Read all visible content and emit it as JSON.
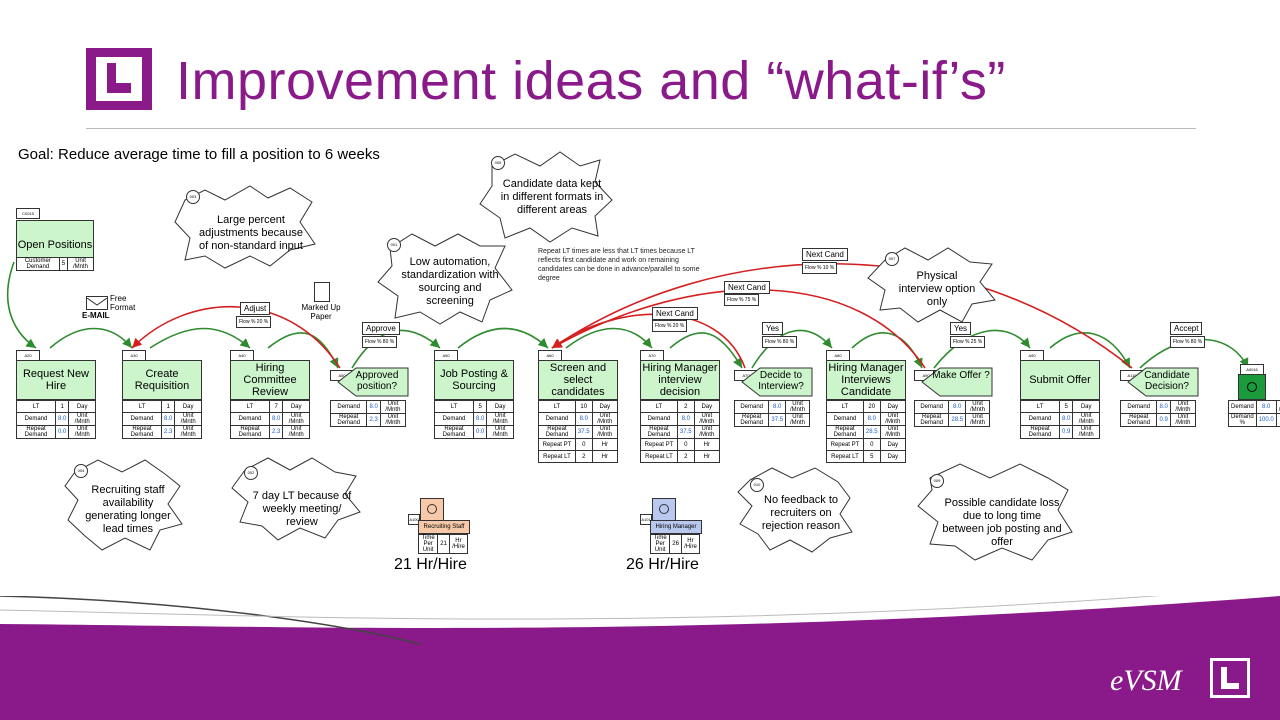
{
  "title": "Improvement ideas and “what-if’s”",
  "goal": "Goal: Reduce average time to fill a position to 6 weeks",
  "footer_brand": "eVSM",
  "start": {
    "label": "Open Positions",
    "row1": "Customer Demand",
    "row1_val": "5",
    "row1_unit": "Unit /Mnth"
  },
  "email": {
    "label": "E-MAIL",
    "free": "Free Format"
  },
  "paper": {
    "label": "Marked Up Paper"
  },
  "processes": [
    {
      "name": "Request New Hire",
      "lt": "1",
      "lt_unit": "Day",
      "demand": "8.0",
      "repeat": "0.0"
    },
    {
      "name": "Create Requisition",
      "lt": "1",
      "lt_unit": "Day",
      "demand": "8.0",
      "repeat": "2.3"
    },
    {
      "name": "Hiring Committee Review",
      "lt": "7",
      "lt_unit": "Day",
      "demand": "8.0",
      "repeat": "2.3"
    },
    {
      "name": "Job Posting & Sourcing",
      "lt": "5",
      "lt_unit": "Day",
      "demand": "8.0",
      "repeat": "0.0"
    },
    {
      "name": "Screen and select candidates",
      "lt": "10",
      "lt_unit": "Day",
      "demand": "8.0",
      "repeat": "37.5",
      "rpt": "0",
      "rpt_unit": "Hr",
      "rlt": "2",
      "rlt_unit": "Hr"
    },
    {
      "name": "Hiring Manager interview decision",
      "lt": "2",
      "lt_unit": "Day",
      "demand": "8.0",
      "repeat": "37.5",
      "rpt": "0",
      "rpt_unit": "Hr",
      "rlt": "2",
      "rlt_unit": "Hr"
    },
    {
      "name": "Hiring Manager Interviews Candidate",
      "lt": "20",
      "lt_unit": "Day",
      "demand": "8.0",
      "repeat": "28.5",
      "rpt": "0",
      "rpt_unit": "Day",
      "rlt": "5",
      "rlt_unit": "Day"
    },
    {
      "name": "Submit Offer",
      "lt": "5",
      "lt_unit": "Day",
      "demand": "8.0",
      "repeat": "0.9"
    }
  ],
  "decisions": [
    {
      "name": "Approved position?",
      "demand": "8.0",
      "repeat": "2.3",
      "yes": "Approve",
      "yes_flow": "80"
    },
    {
      "name": "Decide to Interview?",
      "demand": "8.0",
      "repeat": "37.5",
      "yes": "Yes",
      "yes_flow": "80"
    },
    {
      "name": "Make Offer ?",
      "demand": "8.0",
      "repeat": "28.5",
      "yes": "Yes",
      "yes_flow": "25"
    },
    {
      "name": "Candidate Decision?",
      "demand": "8.0",
      "repeat": "0.9",
      "yes": "Accept",
      "yes_flow": "80"
    }
  ],
  "loops": [
    {
      "name": "Adjust",
      "flow": "20"
    },
    {
      "name": "Next Cand",
      "flow": "20"
    },
    {
      "name": "Next Cand",
      "flow": "75"
    },
    {
      "name": "Next Cand",
      "flow": "10"
    }
  ],
  "end": {
    "demand": "8.0",
    "demand_pct": "100.0"
  },
  "labels": {
    "lt": "LT",
    "demand": "Demand",
    "repeat": "Repeat Demand",
    "rpt": "Repeat PT",
    "rlt": "Repeat LT",
    "unit": "Unit /Mnth",
    "flow": "Flow %",
    "pct": "%",
    "demand_pct": "Demand %"
  },
  "bursts": [
    {
      "id": "003",
      "text": "Large percent adjustments because of non-standard input"
    },
    {
      "id": "005",
      "text": "Candidate data kept in different formats in different areas"
    },
    {
      "id": "001",
      "text": "Low automation, standardization with sourcing and screening"
    },
    {
      "id": "007",
      "text": "Physical interview option only"
    },
    {
      "id": "004",
      "text": "Recruiting staff availability generating longer lead times"
    },
    {
      "id": "002",
      "text": "7 day LT because of weekly meeting/ review"
    },
    {
      "id": "010",
      "text": "No feedback to recruiters on rejection reason"
    },
    {
      "id": "009",
      "text": "Possible candidate loss due to long time between job posting and offer"
    }
  ],
  "note": "Repeat LT times are less that LT times because LT reflects first candidate and work on remaining candidates can be done in advance/parallel to some degree",
  "resources": [
    {
      "name": "Recruiting Staff",
      "row": "Time Per Unit",
      "val": "21",
      "unit": "Hr /Hire",
      "total": "21 Hr/Hire",
      "color": "#f7c9a8"
    },
    {
      "name": "Hiring Manager",
      "row": "Time Per Unit",
      "val": "26",
      "unit": "Hr /Hire",
      "total": "26 Hr/Hire",
      "color": "#b8c8ee"
    }
  ],
  "colors": {
    "brand": "#8a1a8a",
    "process": "#ccf5cc",
    "forward": "#2e8b2e",
    "rework": "#d42020",
    "end": "#1a9a3a"
  }
}
